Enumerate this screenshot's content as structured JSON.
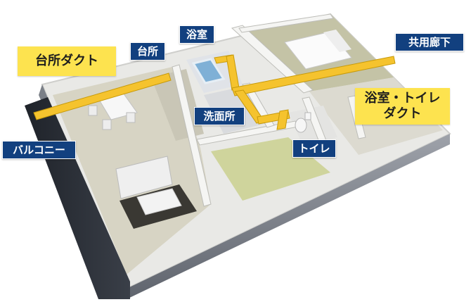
{
  "labels": {
    "kitchen_duct": "台所ダクト",
    "kitchen": "台所",
    "bathroom": "浴室",
    "common_corridor": "共用廊下",
    "bath_toilet_duct_line1": "浴室・トイレ",
    "bath_toilet_duct_line2": "ダクト",
    "washroom": "洗面所",
    "toilet": "トイレ",
    "balcony": "バルコニー"
  },
  "colors": {
    "duct": "#f5c32e",
    "label_navy": "#12407f",
    "label_yellow": "#fde34f",
    "balcony_dark": "#2b2f36",
    "floor_gray": "#d7d4c4",
    "tatami": "#cfd49c",
    "wall_top": "#f4f4f4",
    "wall_side": "#8e9299"
  }
}
